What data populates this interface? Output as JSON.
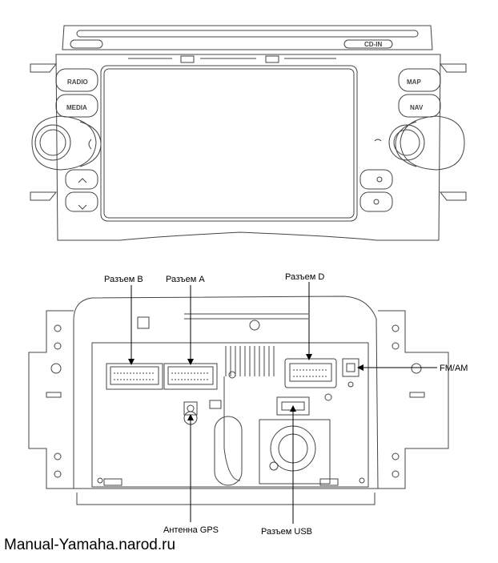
{
  "front_panel": {
    "buttons": {
      "radio": "RADIO",
      "media": "MEDIA",
      "map": "MAP",
      "nav": "NAV",
      "cd_in": "CD-IN"
    }
  },
  "rear_panel": {
    "labels": {
      "connector_b": "Разъем B",
      "connector_a": "Разъем A",
      "connector_d": "Разъем D",
      "fm_am": "FM/AM",
      "gps_antenna": "Антенна GPS",
      "usb": "Разъем USB"
    }
  },
  "watermark": "Manual-Yamaha.narod.ru"
}
